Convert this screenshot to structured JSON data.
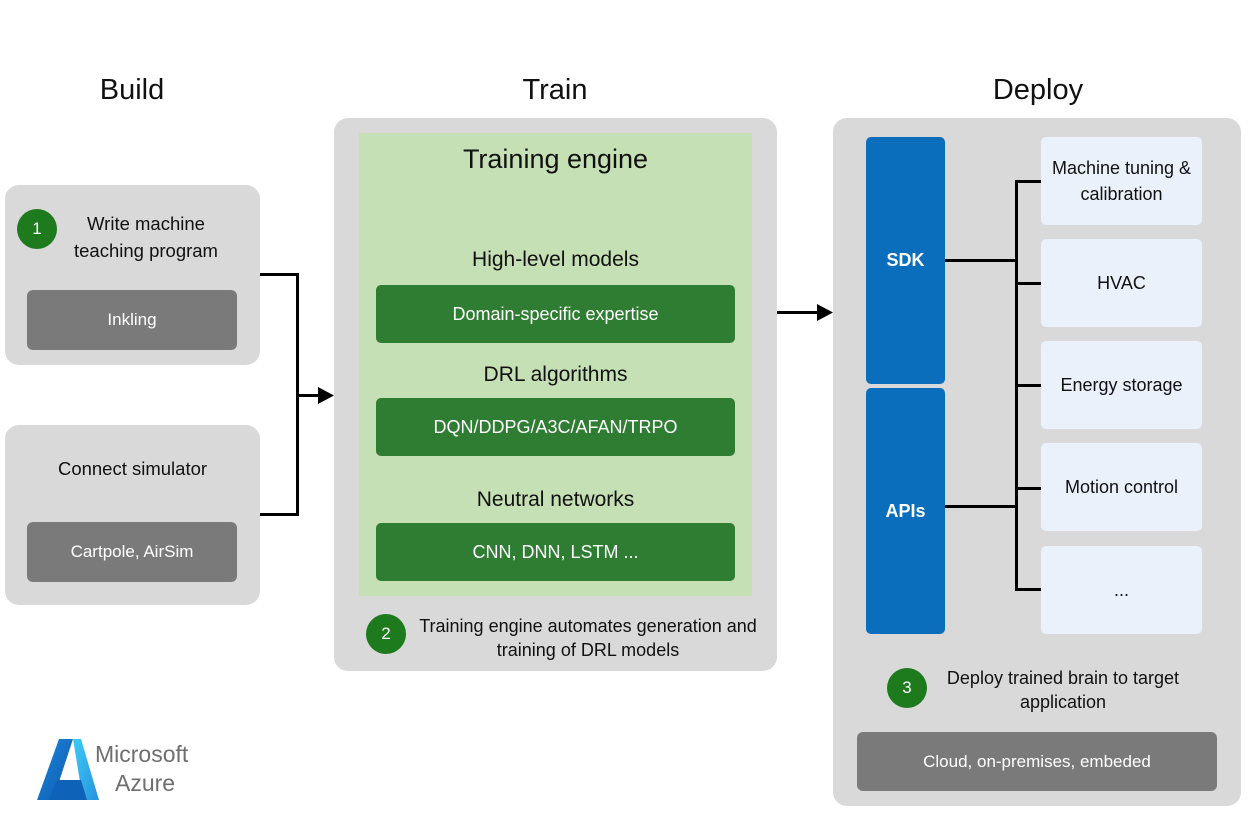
{
  "columns": {
    "build": "Build",
    "train": "Train",
    "deploy": "Deploy"
  },
  "build": {
    "step_number": "1",
    "write_program": "Write machine teaching program",
    "inkling": "Inkling",
    "connect_simulator": "Connect simulator",
    "simulators": "Cartpole, AirSim"
  },
  "train": {
    "engine_title": "Training engine",
    "high_level_models": "High-level models",
    "domain_expertise": "Domain-specific expertise",
    "drl_algorithms": "DRL algorithms",
    "algorithm_list": "DQN/DDPG/A3C/AFAN/TRPO",
    "neural_networks": "Neutral networks",
    "network_list": "CNN, DNN, LSTM ...",
    "step_number": "2",
    "caption": "Training engine automates generation and training of DRL models"
  },
  "deploy": {
    "sdk": "SDK",
    "apis": "APIs",
    "targets": [
      "Machine tuning & calibration",
      "HVAC",
      "Energy storage",
      "Motion control",
      "..."
    ],
    "step_number": "3",
    "caption": "Deploy trained brain to target application",
    "environments": "Cloud, on-premises, embeded"
  },
  "logo": {
    "line1": "Microsoft",
    "line2": "Azure"
  },
  "colors": {
    "panel_gray": "#d9d9d9",
    "button_gray": "#7a7a7a",
    "engine_green_bg": "#c5e0b4",
    "button_green": "#2e7d32",
    "badge_green": "#1d7a1d",
    "sdk_blue": "#0a6ebd",
    "target_box": "#eaf1fb"
  }
}
